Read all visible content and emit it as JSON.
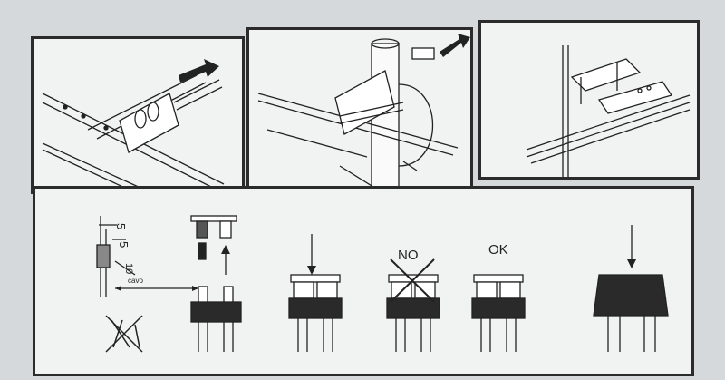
{
  "figure": {
    "step1": {
      "alt": "Connection of dipole element to boom with arrow"
    },
    "step2": {
      "alt": "Mounting clamp around mast pole"
    },
    "step3": {
      "alt": "Antenna assembled on mast"
    },
    "wiring": {
      "measures": [
        "5",
        "5",
        "10"
      ],
      "cable_label": "cavo",
      "no_label": "NO",
      "ok_label": "OK"
    }
  }
}
